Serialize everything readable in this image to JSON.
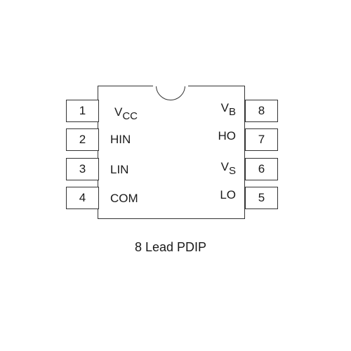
{
  "pins": [
    {
      "number": "1",
      "signal": "V",
      "sub": "CC"
    },
    {
      "number": "2",
      "signal": "HIN",
      "sub": ""
    },
    {
      "number": "3",
      "signal": "LIN",
      "sub": ""
    },
    {
      "number": "4",
      "signal": "COM",
      "sub": ""
    },
    {
      "number": "5",
      "signal": "LO",
      "sub": ""
    },
    {
      "number": "6",
      "signal": "V",
      "sub": "S"
    },
    {
      "number": "7",
      "signal": "HO",
      "sub": ""
    },
    {
      "number": "8",
      "signal": "V",
      "sub": "B"
    }
  ],
  "caption": "8 Lead PDIP"
}
